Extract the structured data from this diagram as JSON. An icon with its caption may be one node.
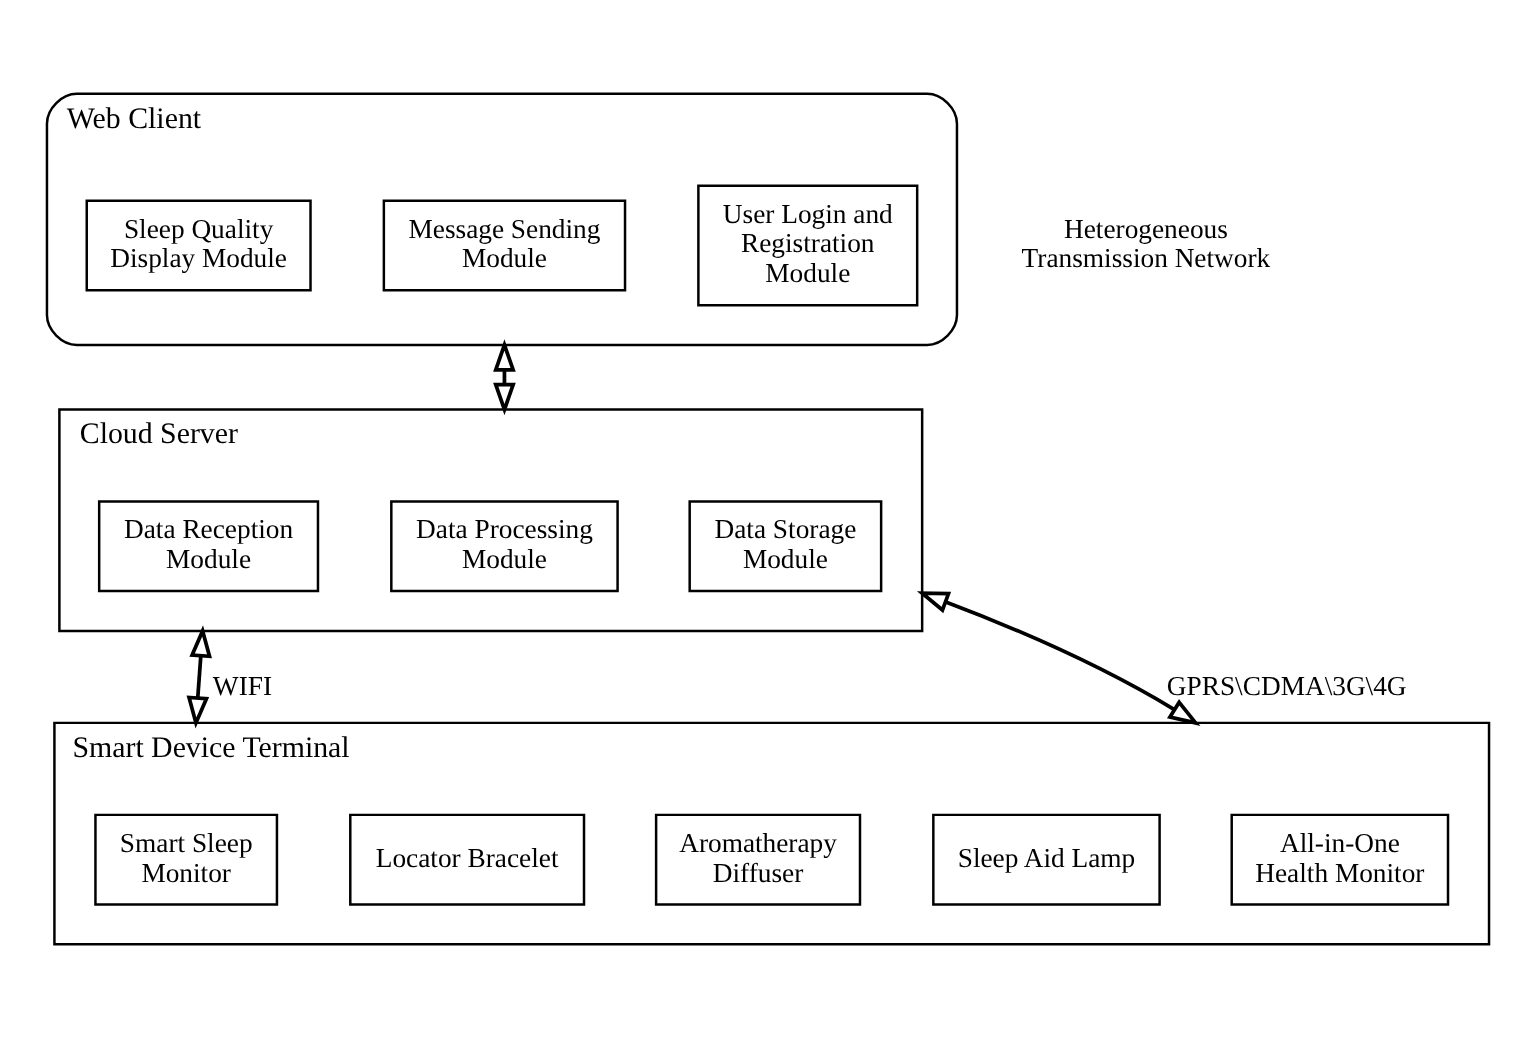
{
  "diagram": {
    "nodes": [
      {
        "text": [
          "Web Client"
        ]
      },
      {
        "text": [
          "User Login and Registration Module"
        ],
        "in": 0
      },
      {
        "text": [
          "Message Sending Module"
        ],
        "in": 0
      },
      {
        "text": [
          "Sleep Quality Display Module"
        ],
        "in": 0
      },
      {
        "text": [
          "Cloud Server"
        ]
      },
      {
        "text": [
          "Data Reception Module"
        ],
        "in": 4
      },
      {
        "text": [
          "Data Processing Module"
        ],
        "in": 4
      },
      {
        "text": [
          "Data Storage Module"
        ],
        "in": 4
      },
      {
        "text": [
          "Smart Device Terminal"
        ]
      },
      {
        "text": [
          "Smart Sleep Monitor"
        ],
        "in": 8
      },
      {
        "text": [
          "Sleep Aid Lamp"
        ],
        "in": 8
      },
      {
        "text": [
          "Aromatherapy Diffuser"
        ],
        "in": 8
      },
      {
        "text": [
          "Locator Bracelet"
        ],
        "in": 8
      },
      {
        "text": [
          "All-in-One Health Monitor"
        ],
        "in": 8
      }
    ],
    "edges": [
      {
        "from": 0,
        "to": 4,
        "arrow": "both"
      },
      {
        "from": 4,
        "to": 8,
        "arrow": "both",
        "label": "WIFI"
      },
      {
        "from": 4,
        "to": 8,
        "arrow": "both",
        "label": "GPRS\\CDMA\\3G\\4G"
      }
    ],
    "labels": [
      "Heterogeneous Transmission Network"
    ]
  }
}
